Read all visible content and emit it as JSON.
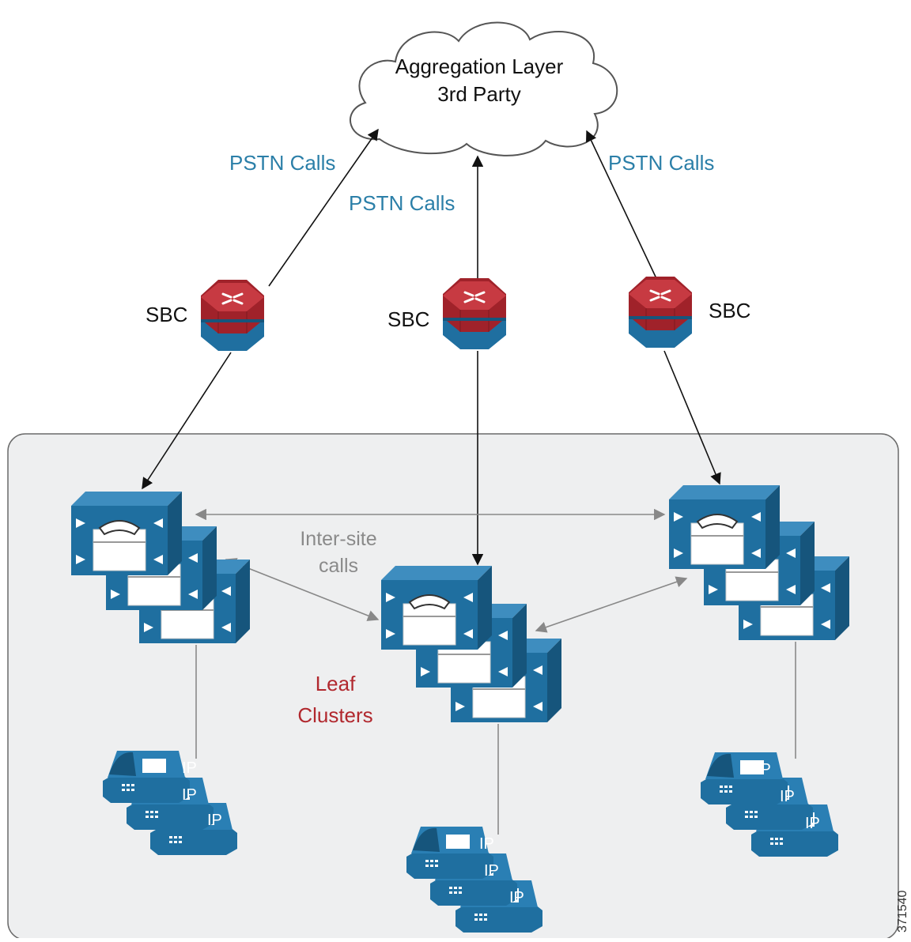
{
  "cloud": {
    "line1": "Aggregation Layer",
    "line2": "3rd Party"
  },
  "links": {
    "pstn_left": "PSTN Calls",
    "pstn_center": "PSTN Calls",
    "pstn_right": "PSTN Calls"
  },
  "sbc": {
    "left": "SBC",
    "center": "SBC",
    "right": "SBC"
  },
  "inter_site": {
    "line1": "Inter-site",
    "line2": "calls"
  },
  "leaf": {
    "line1": "Leaf",
    "line2": "Clusters"
  },
  "phone_label": "IP",
  "figure_id": "371540",
  "colors": {
    "device_blue": "#1f6fa0",
    "device_blue_dark": "#16557c",
    "router_red": "#a0222a",
    "cloud_stroke": "#555555",
    "panel_fill": "#eeeff0",
    "link_gray": "#8a8a8a"
  }
}
